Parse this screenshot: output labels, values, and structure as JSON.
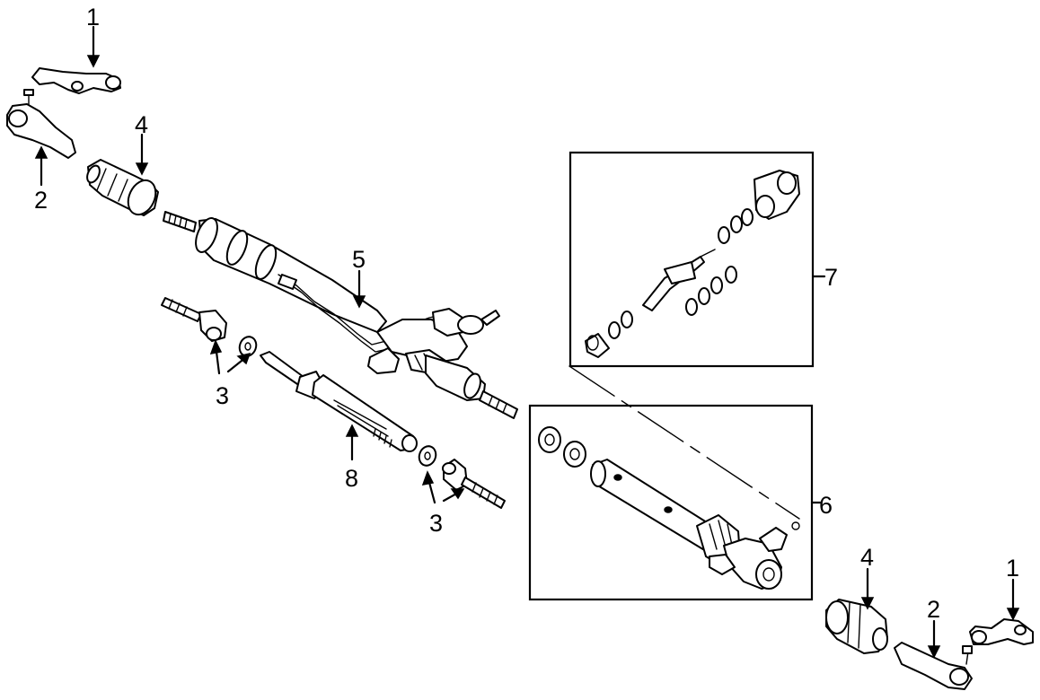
{
  "callouts": {
    "c1_top_left": "1",
    "c2_top_left": "2",
    "c4_top_left": "4",
    "c5_rack": "5",
    "c3_left": "3",
    "c8_rack_bar": "8",
    "c3_right": "3",
    "c7_valve_kit": "7",
    "c6_housing": "6",
    "c4_bottom_right": "4",
    "c2_bottom_right": "2",
    "c1_bottom_right": "1"
  }
}
